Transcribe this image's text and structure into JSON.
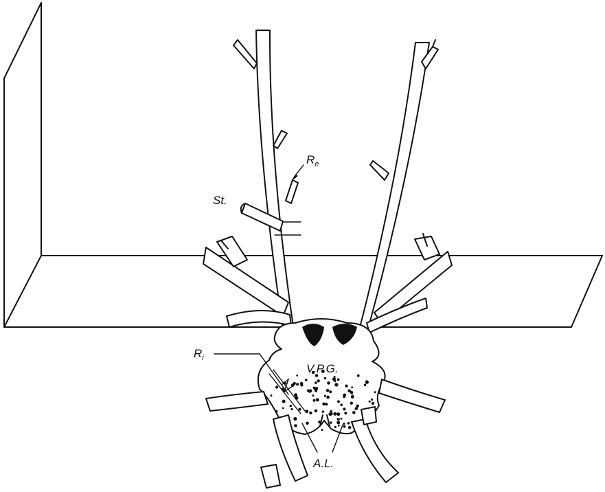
{
  "labels": {
    "re": "R",
    "re_sub": "e",
    "st": "St.",
    "ri": "R",
    "ri_sub": "i",
    "vpg": "V.P.G.",
    "al": "A.L."
  }
}
